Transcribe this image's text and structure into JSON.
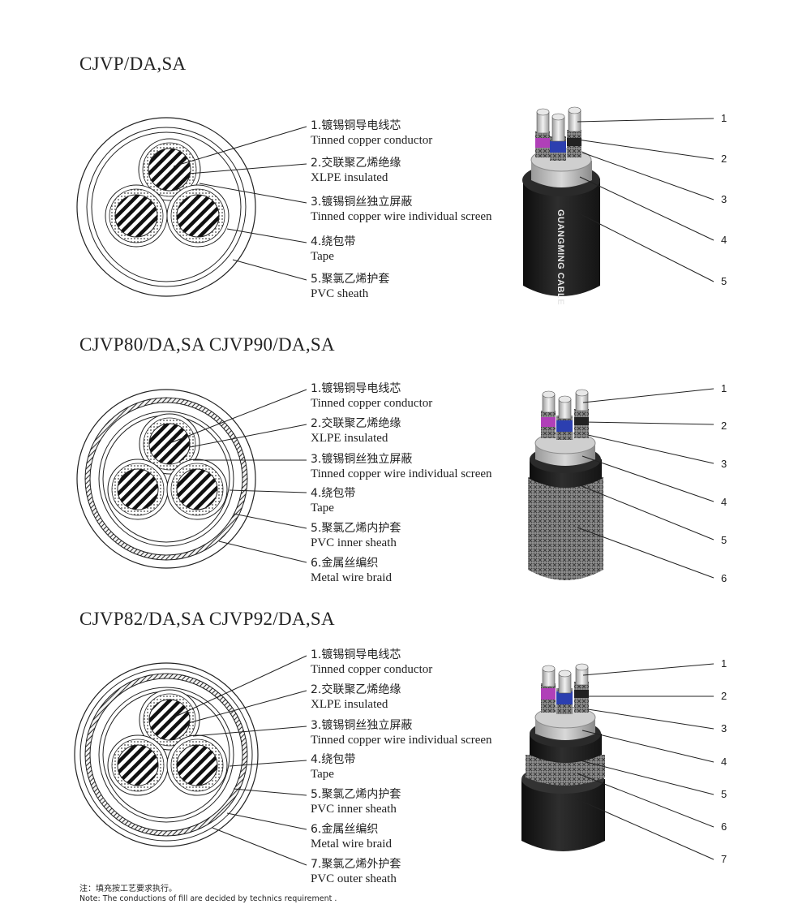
{
  "sections": [
    {
      "title": "CJVP/DA,SA",
      "labels": [
        {
          "zh": "1.镀锡铜导电线芯",
          "en": "Tinned copper conductor"
        },
        {
          "zh": "2.交联聚乙烯绝缘",
          "en": "XLPE insulated"
        },
        {
          "zh": "3.镀锡铜丝独立屏蔽",
          "en": "Tinned copper wire individual screen"
        },
        {
          "zh": "4.绕包带",
          "en": "Tape"
        },
        {
          "zh": "5.聚氯乙烯护套",
          "en": "PVC sheath"
        }
      ],
      "numbers": [
        "1",
        "2",
        "3",
        "4",
        "5"
      ],
      "brand_text": "GUANGMING CABLE"
    },
    {
      "title": "CJVP80/DA,SA CJVP90/DA,SA",
      "labels": [
        {
          "zh": "1.镀锡铜导电线芯",
          "en": "Tinned copper conductor"
        },
        {
          "zh": "2.交联聚乙烯绝缘",
          "en": "XLPE insulated"
        },
        {
          "zh": "3.镀锡铜丝独立屏蔽",
          "en": "Tinned copper wire individual screen"
        },
        {
          "zh": "4.绕包带",
          "en": "Tape"
        },
        {
          "zh": "5.聚氯乙烯内护套",
          "en": "PVC inner sheath"
        },
        {
          "zh": "6.金属丝编织",
          "en": "Metal wire braid"
        }
      ],
      "numbers": [
        "1",
        "2",
        "3",
        "4",
        "5",
        "6"
      ]
    },
    {
      "title": "CJVP82/DA,SA CJVP92/DA,SA",
      "labels": [
        {
          "zh": "1.镀锡铜导电线芯",
          "en": "Tinned copper conductor"
        },
        {
          "zh": "2.交联聚乙烯绝缘",
          "en": "XLPE insulated"
        },
        {
          "zh": "3.镀锡铜丝独立屏蔽",
          "en": "Tinned copper wire individual screen"
        },
        {
          "zh": "4.绕包带",
          "en": "Tape"
        },
        {
          "zh": "5.聚氯乙烯内护套",
          "en": "PVC inner sheath"
        },
        {
          "zh": "6.金属丝编织",
          "en": "Metal wire braid"
        },
        {
          "zh": "7.聚氯乙烯外护套",
          "en": "PVC outer sheath"
        }
      ],
      "numbers": [
        "1",
        "2",
        "3",
        "4",
        "5",
        "6",
        "7"
      ]
    }
  ],
  "note": {
    "zh": "注：填充按工艺要求执行。",
    "en": "Note: The conductions of fill are decided by technics requirement ."
  },
  "colors": {
    "insulation_blue": "#2c3fb0",
    "insulation_magenta": "#b040b8",
    "sheath_black": "#1e1e1e",
    "braid_gray": "#7a7a7a"
  }
}
